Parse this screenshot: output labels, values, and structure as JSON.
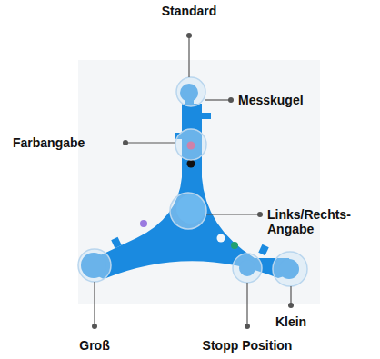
{
  "diagram": {
    "labels": [
      "Standard",
      "Messkugel",
      "Farbangabe",
      "Links/Rechts- Angabe",
      "Groß",
      "Stopp Position",
      "Klein"
    ]
  }
}
